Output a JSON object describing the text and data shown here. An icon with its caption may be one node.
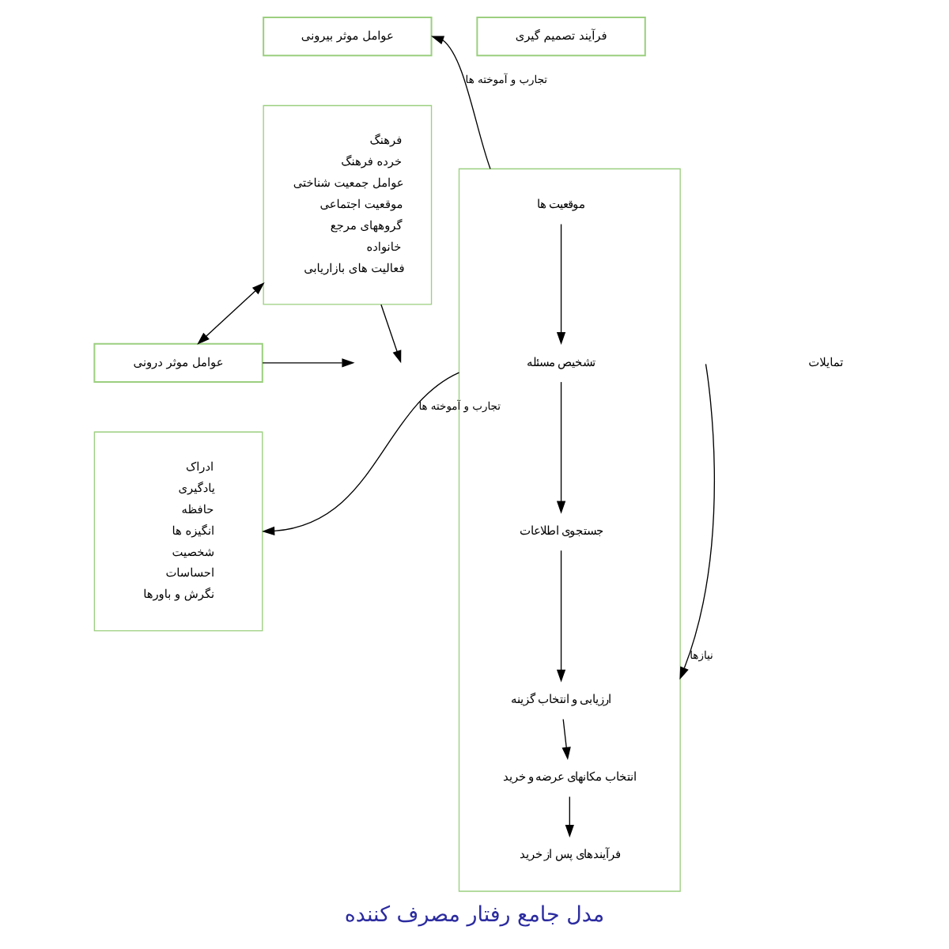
{
  "diagram": {
    "caption": "مدل جامع رفتار مصرف کننده",
    "nodes": [
      {
        "text": [
          "عوامل موثر بیرونی"
        ]
      },
      {
        "text": [
          "فرهنگ",
          "خرده فرهنگ",
          "عوامل جمعیت شناختی",
          "موقعیت اجتماعی",
          "گروههای مرجع",
          "خانواده",
          "فعالیت های بازاریابی"
        ]
      },
      {
        "text": [
          "عوامل موثر درونی"
        ]
      },
      {
        "text": [
          "ادراک",
          "یادگیری",
          "حافظه",
          "انگیزه ها",
          "شخصیت",
          "احساسات",
          "نگرش و باورها"
        ]
      },
      {
        "text": [
          "فرآیند تصمیم گیری"
        ]
      },
      {
        "text": [],
        "shape": "box"
      },
      {
        "text": [
          "موقعیت ها"
        ],
        "in": 5
      },
      {
        "text": [
          "تشخیص مسئله"
        ],
        "in": 5
      },
      {
        "text": [
          "جستجوی اطلاعات"
        ],
        "in": 5
      },
      {
        "text": [
          "ارزیابی و انتخاب گزینه"
        ],
        "in": 5
      },
      {
        "text": [
          "انتخاب مکانهای عرضه و خرید"
        ],
        "in": 5
      },
      {
        "text": [
          "فرآیندهای پس از خرید"
        ],
        "in": 5
      }
    ],
    "edges": [
      {
        "from": 5,
        "to": 0,
        "arrow": "to",
        "label": "تجارب و آموخته ها"
      },
      {
        "from": 1,
        "to": null,
        "arrow": "to"
      },
      {
        "from": 2,
        "to": null,
        "arrow": "to"
      },
      {
        "from": null,
        "to": 5,
        "arrow": "to",
        "label": "نیازها"
      },
      {
        "from": 1,
        "to": 2,
        "arrow": "both"
      },
      {
        "from": 5,
        "to": 3,
        "arrow": "to",
        "label": "تجارب و آموخته ها"
      },
      {
        "from": 6,
        "to": 7,
        "arrow": "to"
      },
      {
        "from": 7,
        "to": 8,
        "arrow": "to"
      },
      {
        "from": 8,
        "to": 9,
        "arrow": "to"
      },
      {
        "from": 9,
        "to": 10,
        "arrow": "to"
      },
      {
        "from": 10,
        "to": 11,
        "arrow": "to"
      }
    ],
    "labels": [
      "تمایلات"
    ]
  }
}
